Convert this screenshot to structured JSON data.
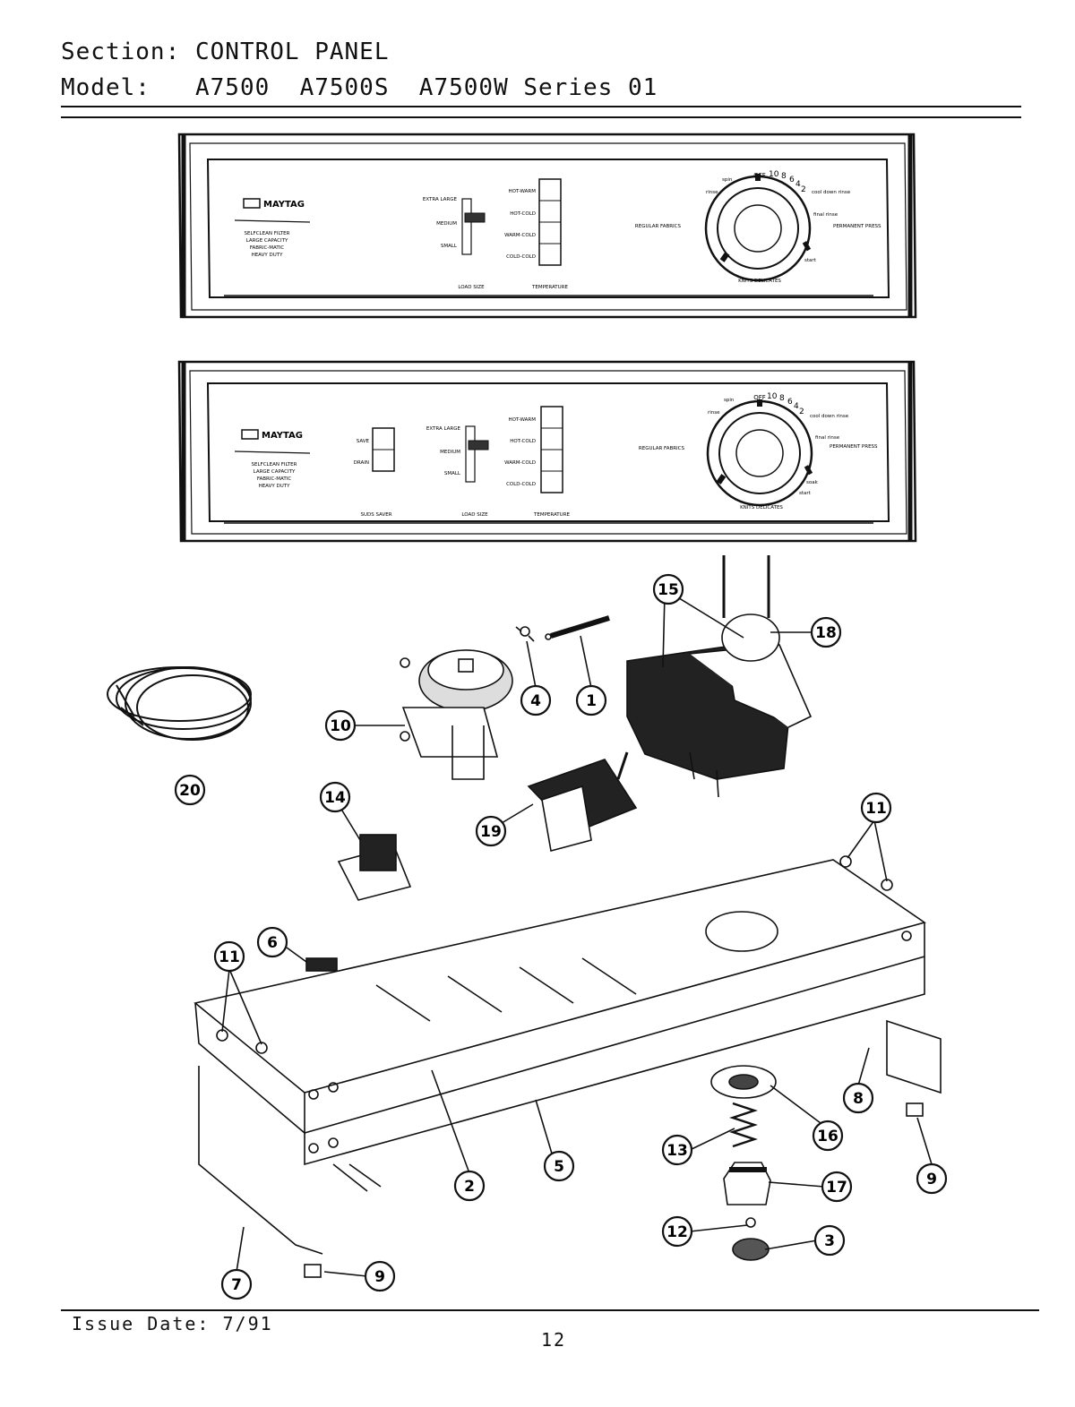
{
  "header": {
    "section_label": "Section:",
    "section_value": "CONTROL PANEL",
    "model_label": "Model:",
    "model_value": "A7500  A7500S  A7500W Series 01"
  },
  "panel_top": {
    "brand": "MAYTAG",
    "features": [
      "SELFCLEAN FILTER",
      "LARGE CAPACITY",
      "FABRIC-MATIC",
      "HEAVY DUTY"
    ],
    "load_size_options": [
      "EXTRA LARGE",
      "MEDIUM",
      "SMALL"
    ],
    "temperature_options": [
      "HOT-WARM",
      "HOT-COLD",
      "WARM-COLD",
      "COLD-COLD"
    ],
    "section_labels": [
      "LOAD SIZE",
      "TEMPERATURE"
    ],
    "dial_labels": [
      "REGULAR FABRICS",
      "PERMANENT PRESS",
      "KNITS DELICATES",
      "OFF",
      "spin",
      "rinse",
      "cool down rinse",
      "final rinse",
      "start"
    ],
    "dial_numbers": [
      "10",
      "8",
      "6",
      "4",
      "2"
    ]
  },
  "panel_bottom": {
    "brand": "MAYTAG",
    "features": [
      "SELFCLEAN FILTER",
      "LARGE CAPACITY",
      "FABRIC-MATIC",
      "HEAVY DUTY"
    ],
    "suds_options": [
      "SAVE",
      "DRAIN"
    ],
    "load_size_options": [
      "EXTRA LARGE",
      "MEDIUM",
      "SMALL"
    ],
    "temperature_options": [
      "HOT-WARM",
      "HOT-COLD",
      "WARM-COLD",
      "COLD-COLD"
    ],
    "section_labels": [
      "SUDS SAVER",
      "LOAD SIZE",
      "TEMPERATURE"
    ],
    "dial_labels": [
      "REGULAR FABRICS",
      "PERMANENT PRESS",
      "KNITS DELICATES",
      "OFF",
      "spin",
      "rinse",
      "cool down rinse",
      "final rinse",
      "start",
      "soak"
    ],
    "dial_numbers": [
      "10",
      "8",
      "6",
      "4",
      "2"
    ]
  },
  "callouts": [
    "1",
    "2",
    "3",
    "4",
    "5",
    "6",
    "7",
    "8",
    "9",
    "9",
    "10",
    "11",
    "11",
    "12",
    "13",
    "14",
    "15",
    "16",
    "17",
    "18",
    "19",
    "20"
  ],
  "footer": {
    "issue_date": "Issue Date: 7/91",
    "page_number": "12"
  }
}
